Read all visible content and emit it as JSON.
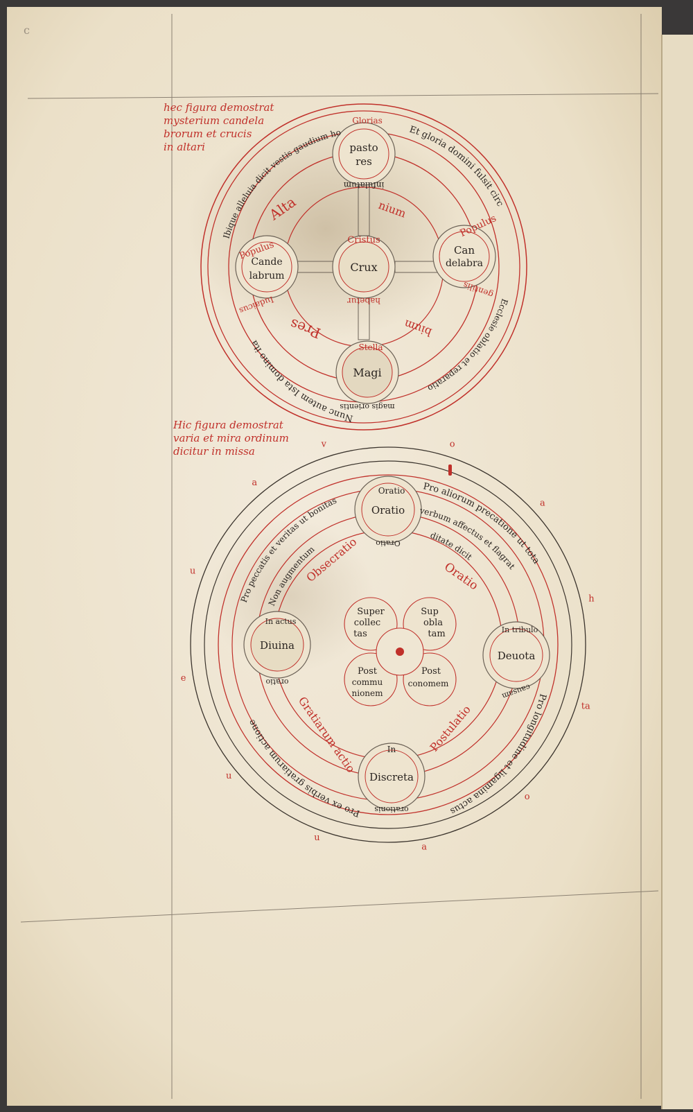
{
  "page": {
    "folio_mark": "c"
  },
  "colors": {
    "parchment": "#efe6d3",
    "red_ink": "#c0302a",
    "black_ink": "#2a2420"
  },
  "upper_figure": {
    "caption": [
      "hec figura demostrat",
      "mysterium candela",
      "brorum et crucis",
      "in altari"
    ],
    "hub": {
      "label": "Crux",
      "ring_word": "Cristus",
      "ring_word_below": "habetur"
    },
    "nodes": {
      "top": {
        "lines": [
          "pasto",
          "res"
        ],
        "above": "Glorias",
        "below": "infulatum"
      },
      "left": {
        "lines": [
          "Cande",
          "labrum"
        ],
        "above": "Populus",
        "below": "Iudaicus"
      },
      "right": {
        "lines": [
          "Can",
          "delabra"
        ],
        "above": "Populus",
        "below": "gentilis"
      },
      "bottom": {
        "lines": [
          "Magi"
        ],
        "above": "Stella",
        "below": "magis orientis"
      }
    },
    "red_words": [
      "Alta",
      "Pres",
      "nium",
      "bium"
    ],
    "arc_texts": {
      "upper_left": "Ibique alleluia dicit vestis gaudium homines tuum",
      "upper_right": "Et gloria domini fulsit circa illos",
      "lower_right": "Ecclesie oblatio et reparatio",
      "lower_left": "Nunc autem Ista domino ita"
    }
  },
  "lower_figure": {
    "caption": [
      "Hic figura demostrat",
      "varia et mira ordinum",
      "dicitur in missa"
    ],
    "outer_letters": [
      "v",
      "o",
      "a",
      "h",
      "ta",
      "o",
      "a",
      "u",
      "u",
      "e",
      "u",
      "a"
    ],
    "nodes": {
      "top": {
        "label": "Oratio",
        "above": "Oratio",
        "below": "Oratio"
      },
      "left": {
        "label": "Diuina",
        "above": "In actus",
        "below": "oratio"
      },
      "right": {
        "label": "Deuota",
        "above": "In tribulo",
        "below": "causam"
      },
      "bottom": {
        "label": "Discreta",
        "above": "In",
        "below": "orationis"
      }
    },
    "center_petals": [
      [
        "Super",
        "collec",
        "tas"
      ],
      [
        "Sup",
        "obla",
        "tam"
      ],
      [
        "Post",
        "commu",
        "nionem"
      ],
      [
        "Post",
        "conomem"
      ]
    ],
    "red_words": [
      "Obsecratio",
      "Oratio",
      "Gratiarum actio",
      "Postulatio"
    ],
    "arc_texts": {
      "top_right": "Pro aliorum precatione ut tota",
      "right_1": "verbum affectus et flagrat",
      "right_2": "ditate dicit",
      "left_1": "Pro peccatis et veritas ut bonitas",
      "left_2": "Non augmentum",
      "lower_right": "Pro longitudine et ligamina actus",
      "lower_left": "Pro ex verbis gratiarum actione"
    }
  }
}
